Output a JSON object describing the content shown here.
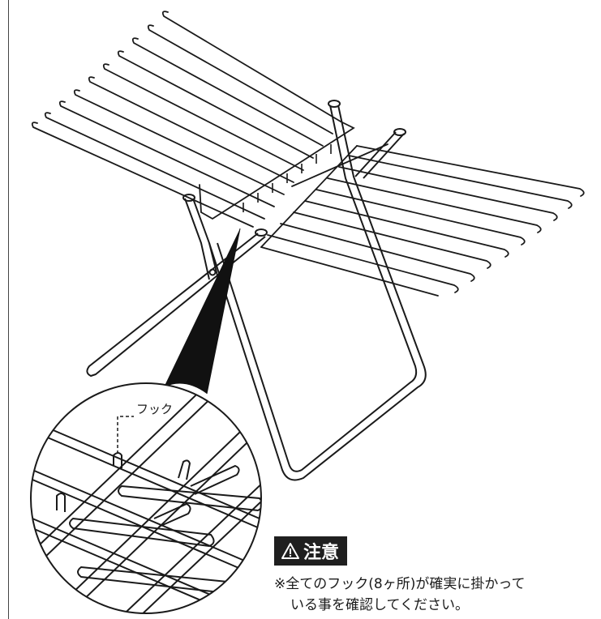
{
  "callout": {
    "hook_label": "フック"
  },
  "caution": {
    "title": "注意",
    "icon": "warning-triangle-icon",
    "note_line1": "※全てのフック(8ヶ所)が確実に掛かって",
    "note_line2": "いる事を確認してください。"
  },
  "colors": {
    "stroke": "#1a1a1a",
    "badge_bg": "#1f1f1f",
    "badge_text": "#ffffff"
  }
}
